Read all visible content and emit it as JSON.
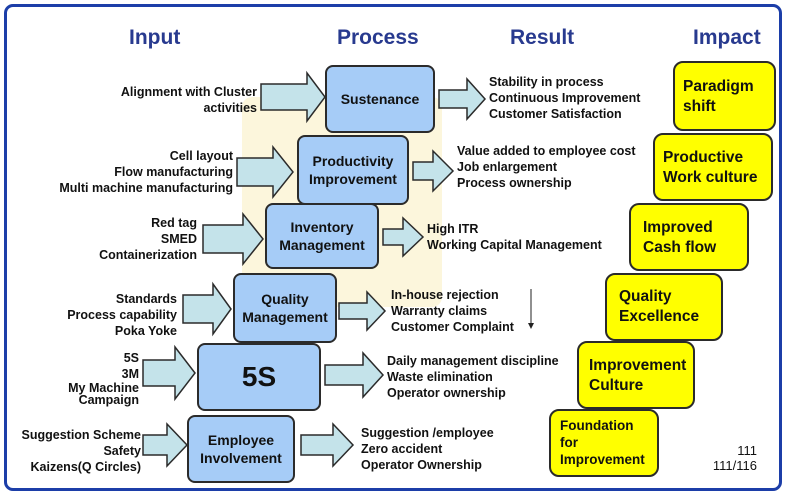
{
  "headers": {
    "input": "Input",
    "process": "Process",
    "result": "Result",
    "impact": "Impact"
  },
  "rows": [
    {
      "inputs": [
        "Alignment  with Cluster",
        "activities"
      ],
      "process": "Sustenance",
      "results": [
        "Stability in process",
        "Continuous Improvement",
        "Customer Satisfaction"
      ],
      "impact": [
        "Paradigm",
        "shift"
      ]
    },
    {
      "inputs": [
        "Cell layout",
        "Flow manufacturing",
        "Multi machine manufacturing"
      ],
      "process": [
        "Productivity",
        "Improvement"
      ],
      "results": [
        "Value added to employee cost",
        "Job enlargement",
        "Process ownership"
      ],
      "impact": [
        "Productive",
        "Work culture"
      ]
    },
    {
      "inputs": [
        "Red tag",
        "SMED",
        "Containerization"
      ],
      "process": [
        "Inventory",
        "Management"
      ],
      "results": [
        "High  ITR",
        "Working Capital Management"
      ],
      "impact": [
        "Improved",
        "Cash flow"
      ]
    },
    {
      "inputs": [
        "Standards",
        "Process capability",
        "Poka Yoke"
      ],
      "process": [
        "Quality",
        "Management"
      ],
      "results": [
        "In-house rejection",
        "Warranty claims",
        "Customer Complaint"
      ],
      "impact": [
        "Quality",
        "Excellence"
      ]
    },
    {
      "inputs": [
        "5S",
        "3M",
        "My Machine",
        "Campaign"
      ],
      "process": "5S",
      "results": [
        "Daily management discipline",
        "Waste elimination",
        "Operator ownership"
      ],
      "impact": [
        "Improvement",
        "Culture"
      ]
    },
    {
      "inputs": [
        "Suggestion Scheme",
        "Safety",
        "Kaizens(Q Circles)"
      ],
      "process": [
        "Employee",
        "Involvement"
      ],
      "results": [
        "Suggestion /employee",
        "Zero accident",
        "Operator Ownership"
      ],
      "impact": [
        "Foundation",
        "for",
        "Improvement"
      ]
    }
  ],
  "page_number": [
    "111",
    "111/116"
  ],
  "colors": {
    "header": "#283a8f",
    "process_fill": "#a6ccf7",
    "impact_fill": "#ffff00",
    "frame": "#1c3ea8"
  }
}
